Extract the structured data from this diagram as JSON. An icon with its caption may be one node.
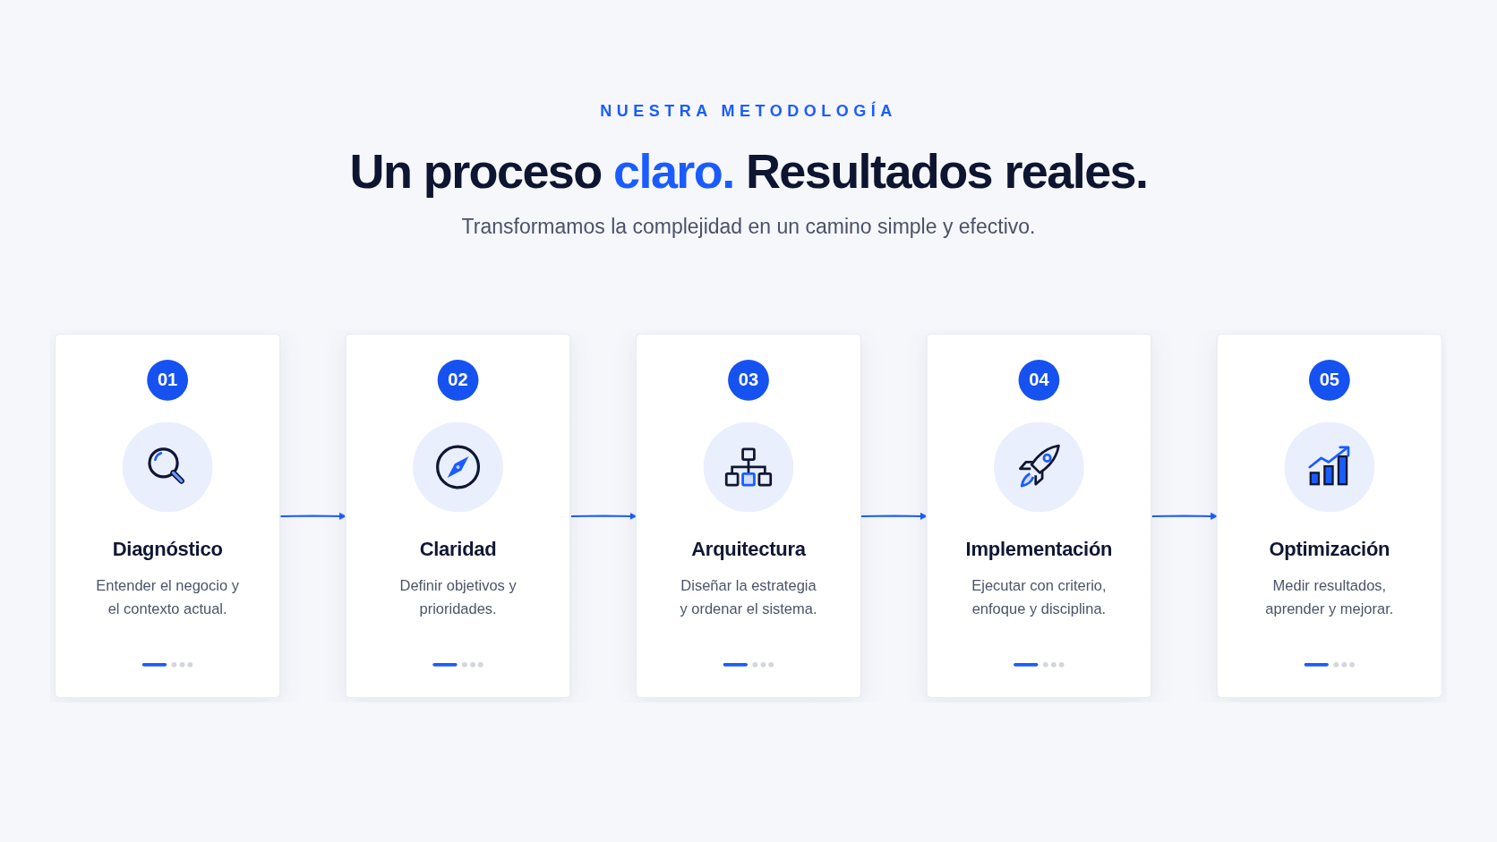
{
  "diagram": {
    "title": "Un proceso claro. Resultados reales.",
    "nodes": [
      {
        "text": [
          "01",
          "Diagnóstico",
          "Entender el negocio y el contexto actual."
        ]
      },
      {
        "text": [
          "02",
          "Claridad",
          "Definir objetivos y prioridades."
        ]
      },
      {
        "text": [
          "03",
          "Arquitectura",
          "Diseñar la estrategia y ordenar el sistema."
        ]
      },
      {
        "text": [
          "04",
          "Implementación",
          "Ejecutar con criterio, enfoque y disciplina."
        ]
      },
      {
        "text": [
          "05",
          "Optimización",
          "Medir resultados, aprender y mejorar."
        ]
      }
    ],
    "edges": [
      {
        "from": 0,
        "to": 1,
        "arrow": "to"
      },
      {
        "from": 1,
        "to": 2,
        "arrow": "to"
      },
      {
        "from": 2,
        "to": 3,
        "arrow": "to"
      },
      {
        "from": 3,
        "to": 4,
        "arrow": "to"
      }
    ],
    "labels": [
      "NUESTRA METODOLOGÍA",
      "Transformamos la complejidad en un camino simple y efectivo."
    ]
  }
}
